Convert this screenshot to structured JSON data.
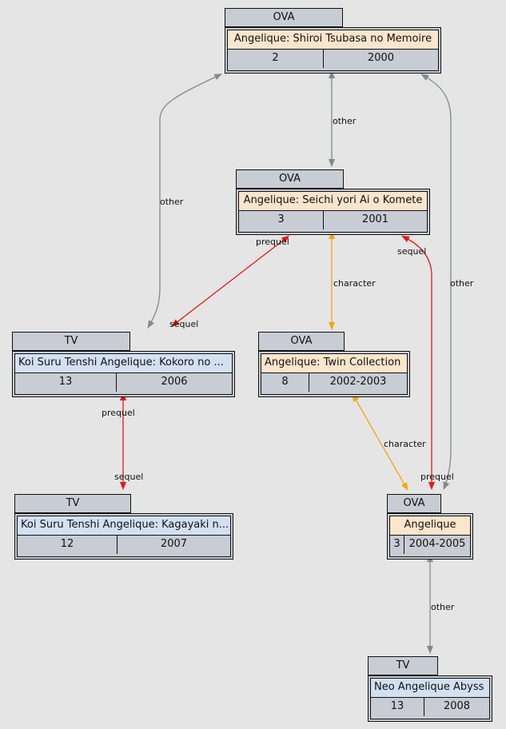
{
  "nodes": {
    "n1": {
      "kind": "OVA",
      "title": "Angelique: Shiroi Tsubasa no Memoire",
      "episodes": "2",
      "year": "2000"
    },
    "n2": {
      "kind": "OVA",
      "title": "Angelique: Seichi yori Ai o Komete",
      "episodes": "3",
      "year": "2001"
    },
    "n3": {
      "kind": "TV",
      "title": "Koi Suru Tenshi Angelique: Kokoro no ...",
      "episodes": "13",
      "year": "2006"
    },
    "n4": {
      "kind": "OVA",
      "title": "Angelique: Twin Collection",
      "episodes": "8",
      "year": "2002-2003"
    },
    "n5": {
      "kind": "TV",
      "title": "Koi Suru Tenshi Angelique: Kagayaki n...",
      "episodes": "12",
      "year": "2007"
    },
    "n6": {
      "kind": "OVA",
      "title": "Angelique",
      "episodes": "3",
      "year": "2004-2005"
    },
    "n7": {
      "kind": "TV",
      "title": "Neo Angelique Abyss",
      "episodes": "13",
      "year": "2008"
    }
  },
  "edge_labels": {
    "n1_n2": "other",
    "n1_n3": "other",
    "n1_n6": "other",
    "n2_n3_tail": "prequel",
    "n2_n3_head": "sequel",
    "n2_n4": "character",
    "n2_n6_tail": "sequel",
    "n6_n2_head": "prequel",
    "n3_n5_tail": "prequel",
    "n3_n5_head": "sequel",
    "n4_n6": "character",
    "n6_n7": "other"
  },
  "colors": {
    "other": "#808a8a",
    "sequel": "#e8151b",
    "character": "#f5a30a",
    "ova_title": "#fbe5cc",
    "tv_title": "#d3e0f2",
    "cell": "#c8ccd4",
    "background": "#e5e5e5"
  }
}
